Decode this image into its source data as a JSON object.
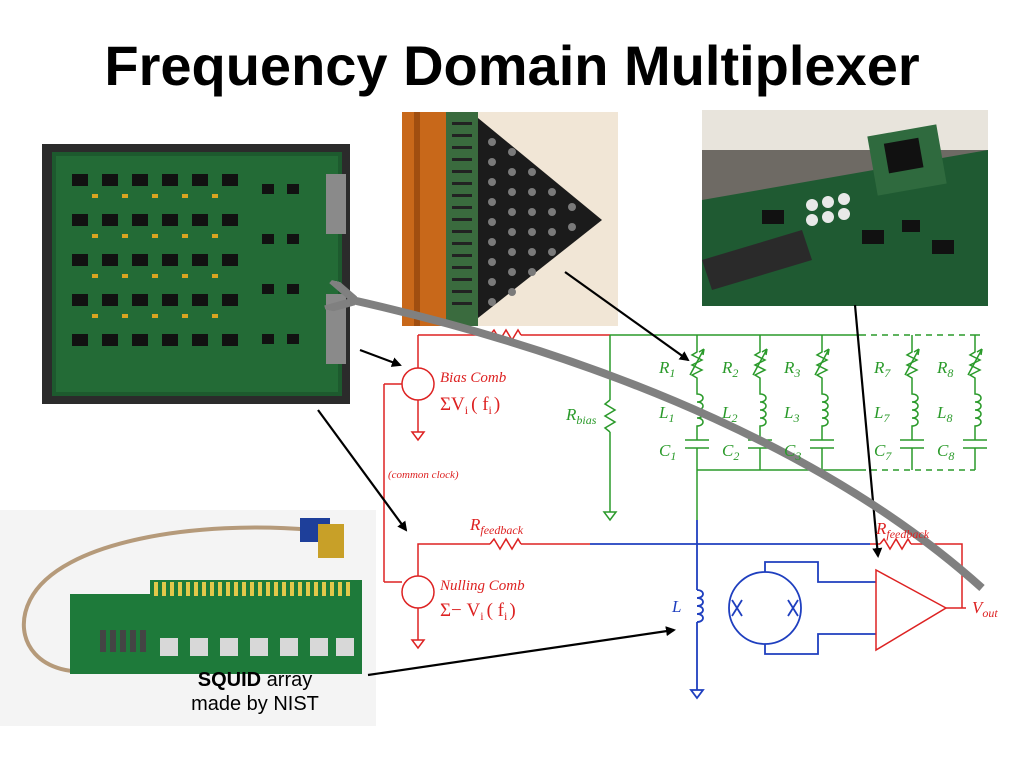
{
  "slide": {
    "title": "Frequency Domain Multiplexer"
  },
  "schematic": {
    "bias_comb_label": "Bias Comb",
    "bias_comb_formula": "ΣV",
    "bias_comb_sub": "i",
    "bias_comb_arg": "( f",
    "bias_comb_argsub": "i",
    "bias_comb_close": ")",
    "common_clock": "(common clock)",
    "nulling_comb_label": "Nulling Comb",
    "nulling_comb_formula": "Σ− V",
    "nulling_comb_sub": "i",
    "nulling_comb_arg": "( f",
    "nulling_comb_argsub": "i",
    "nulling_comb_close": ")",
    "r_bias": "R",
    "r_bias_sub": "bias",
    "r_feedback_left": "R",
    "r_feedback_left_sub": "feedback",
    "r_feedback_right": "R",
    "r_feedback_right_sub": "feedback",
    "inductor_l": "L",
    "v_out": "V",
    "v_out_sub": "out",
    "branches": [
      {
        "r": "R",
        "r_sub": "1",
        "l": "L",
        "l_sub": "1",
        "c": "C",
        "c_sub": "1"
      },
      {
        "r": "R",
        "r_sub": "2",
        "l": "L",
        "l_sub": "2",
        "c": "C",
        "c_sub": "2"
      },
      {
        "r": "R",
        "r_sub": "3",
        "l": "L",
        "l_sub": "3",
        "c": "C",
        "c_sub": "3"
      },
      {
        "r": "R",
        "r_sub": "7",
        "l": "L",
        "l_sub": "7",
        "c": "C",
        "c_sub": "7"
      },
      {
        "r": "R",
        "r_sub": "8",
        "l": "L",
        "l_sub": "8",
        "c": "C",
        "c_sub": "8"
      }
    ],
    "colors": {
      "red": "#dd2222",
      "green": "#2a9a2a",
      "blue": "#1f3fbf",
      "gray_arrow": "#808080"
    }
  },
  "caption": {
    "bold": "SQUID",
    "rest": " array",
    "line2": "made by NIST"
  }
}
